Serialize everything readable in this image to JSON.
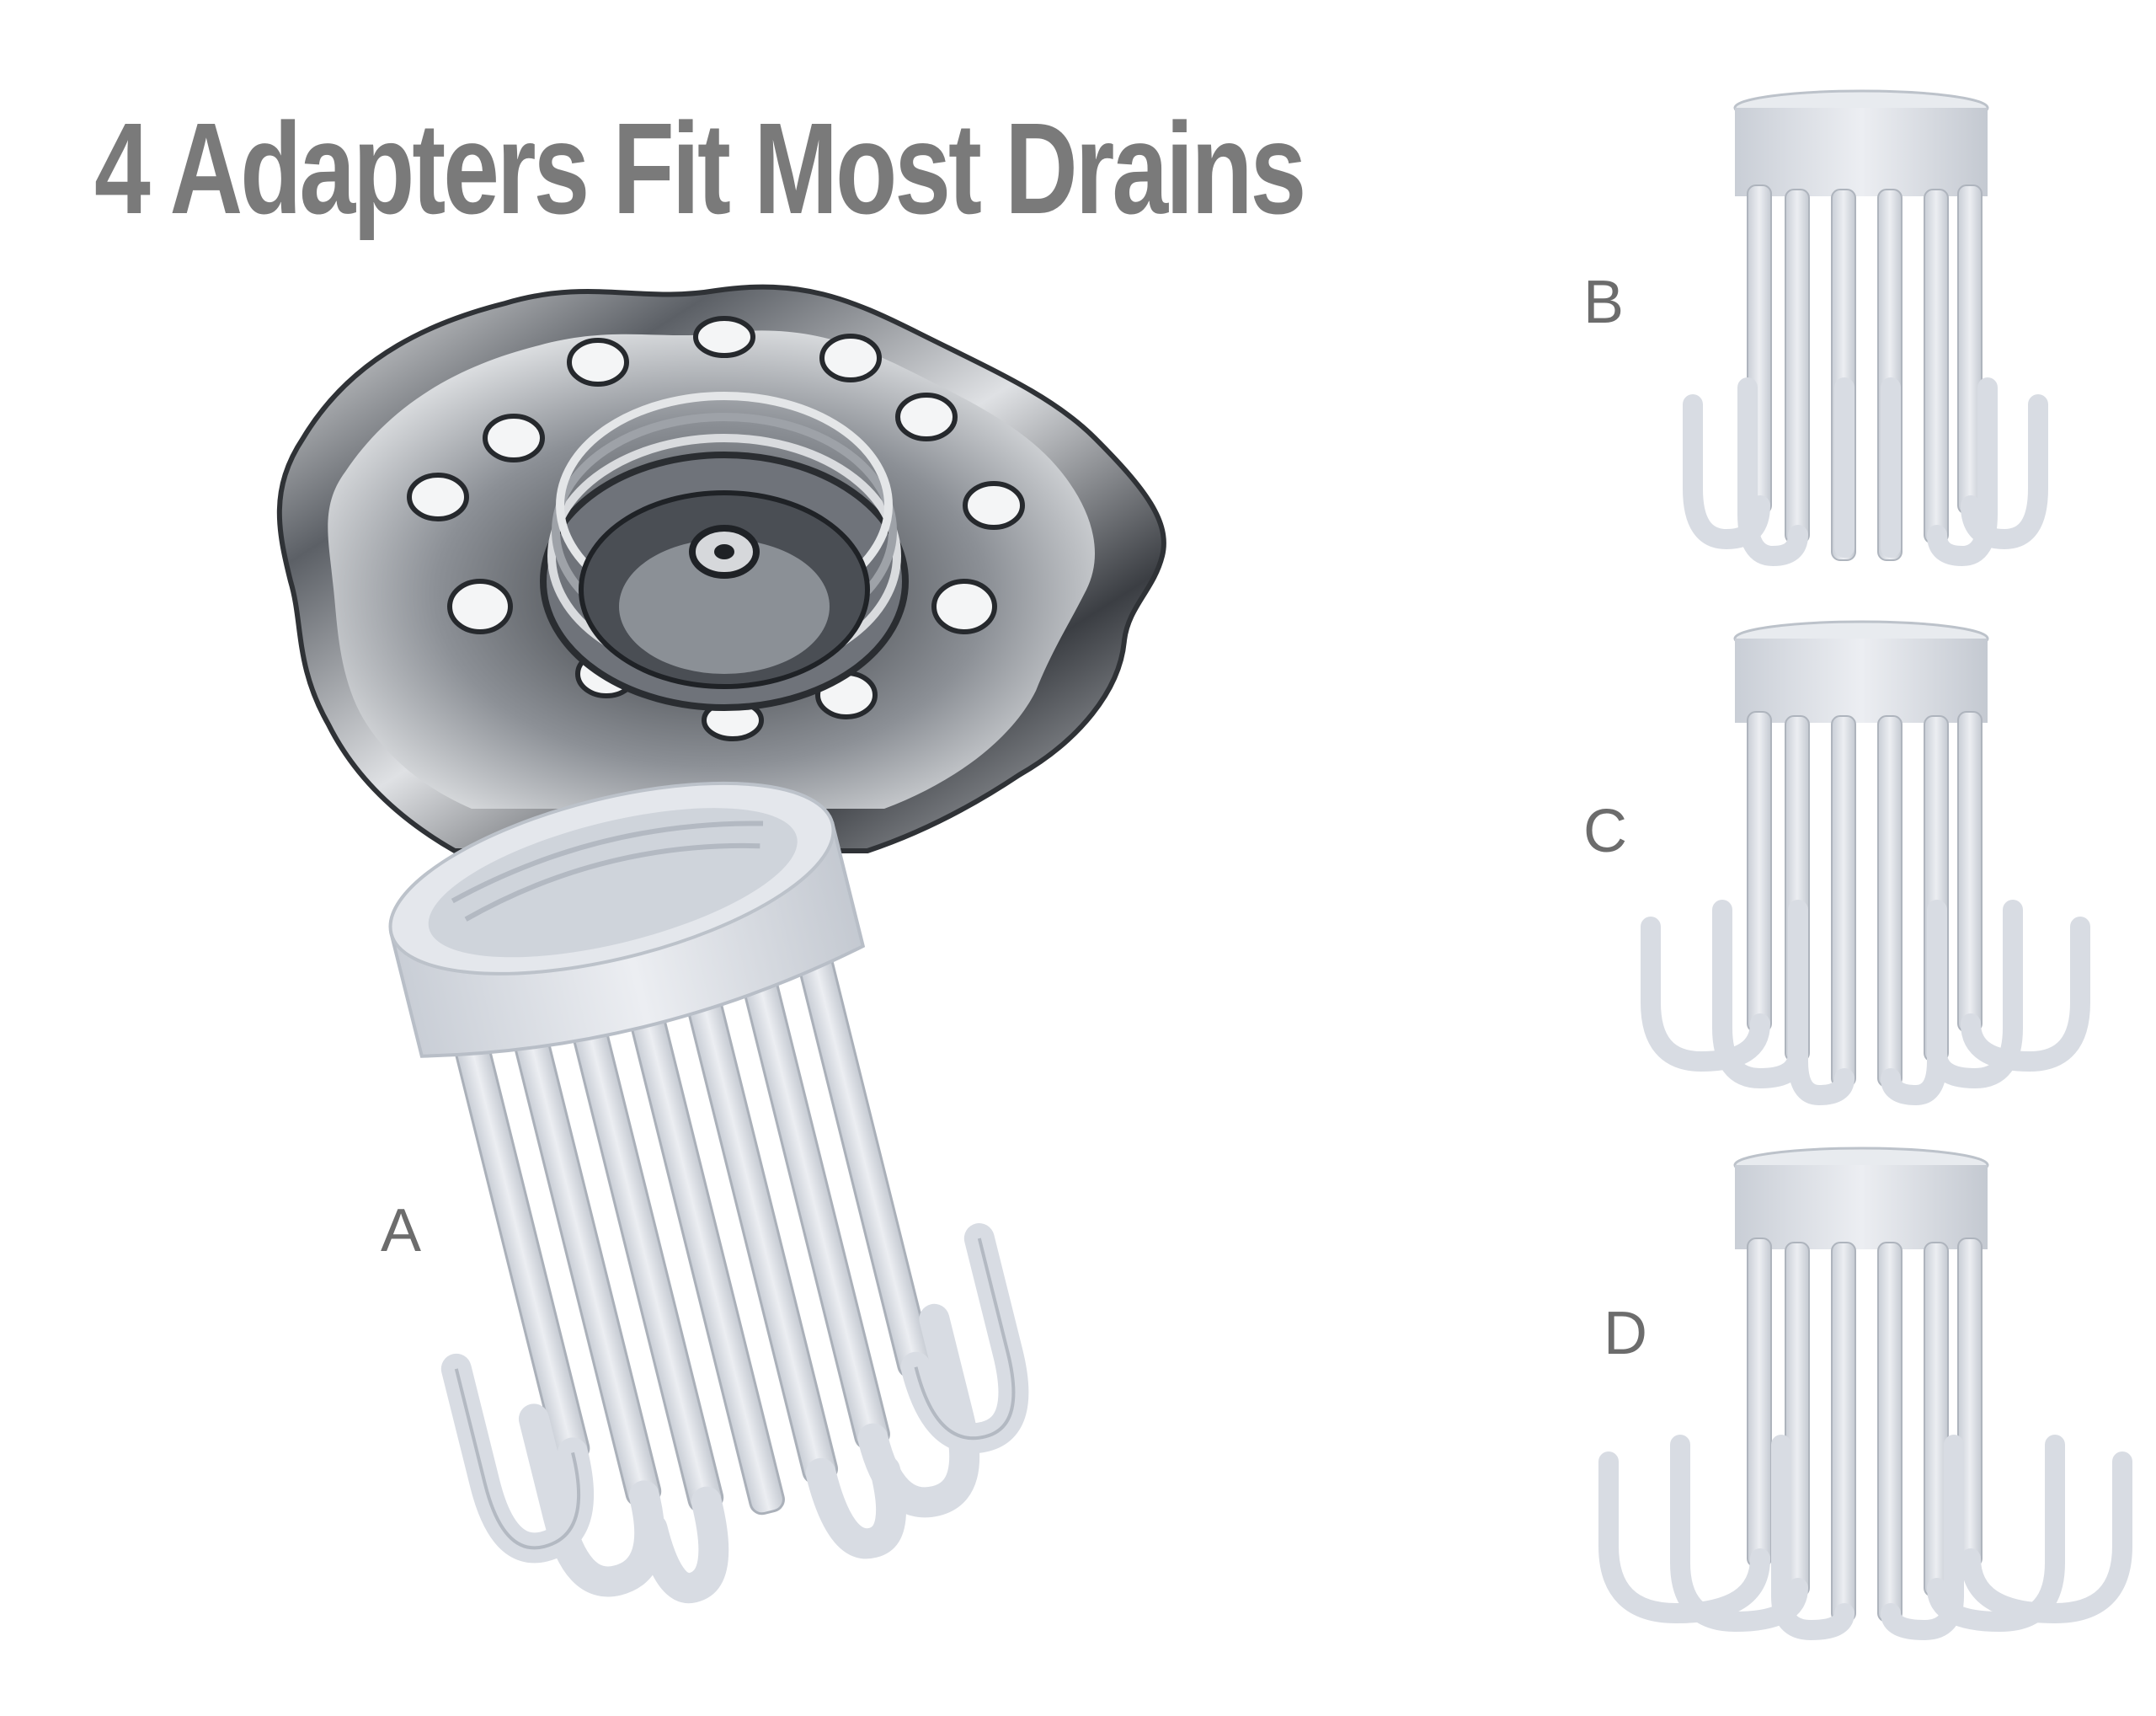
{
  "headline": "4 Adapters Fit Most Drains",
  "labels": {
    "a": "A",
    "b": "B",
    "c": "C",
    "d": "D"
  },
  "colors": {
    "headline": "#7a7a7a",
    "adapter": "#dde1e7",
    "adapter_shadow": "#b8bec7",
    "chrome_dark": "#3a3d42",
    "chrome_light": "#e6e8ea"
  }
}
